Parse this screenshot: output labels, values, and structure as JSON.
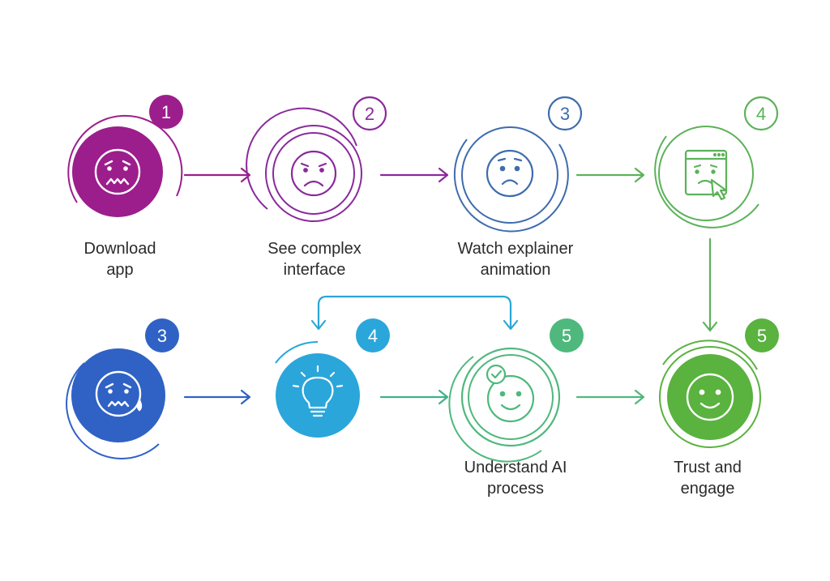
{
  "steps": [
    {
      "number": "1",
      "label_lines": [
        "Download",
        "app"
      ],
      "color": "#9c1e8c",
      "icon": "anxious-face-icon"
    },
    {
      "number": "2",
      "label_lines": [
        "See complex",
        "interface"
      ],
      "color": "#8a2a9c",
      "icon": "sad-face-icon"
    },
    {
      "number": "3",
      "label_lines": [
        "Watch explainer",
        "animation"
      ],
      "color": "#3e6cad",
      "icon": "worried-face-icon"
    },
    {
      "number": "4",
      "label_lines": [],
      "color": "#5cb25a",
      "icon": "confused-screen-cursor-icon"
    },
    {
      "number": "3",
      "label_lines": [],
      "color": "#2f62c4",
      "icon": "crying-face-icon"
    },
    {
      "number": "4",
      "label_lines": [],
      "color": "#2aa6da",
      "icon": "lightbulb-icon"
    },
    {
      "number": "5",
      "label_lines": [
        "Understand AI",
        "process"
      ],
      "color": "#4fb87c",
      "icon": "smiling-face-check-icon"
    },
    {
      "number": "5",
      "label_lines": [
        "Trust and",
        "engage"
      ],
      "color": "#5ab23f",
      "icon": "happy-face-icon"
    }
  ],
  "colors": {
    "purple": "#9c1e8c",
    "violet": "#8a2a9c",
    "blue": "#3e6cad",
    "green": "#5cb25a",
    "deep_blue": "#2f62c4",
    "cyan": "#2aa6da",
    "teal_green": "#4fb87c",
    "bright_green": "#5ab23f",
    "text": "#2b2b2b"
  }
}
